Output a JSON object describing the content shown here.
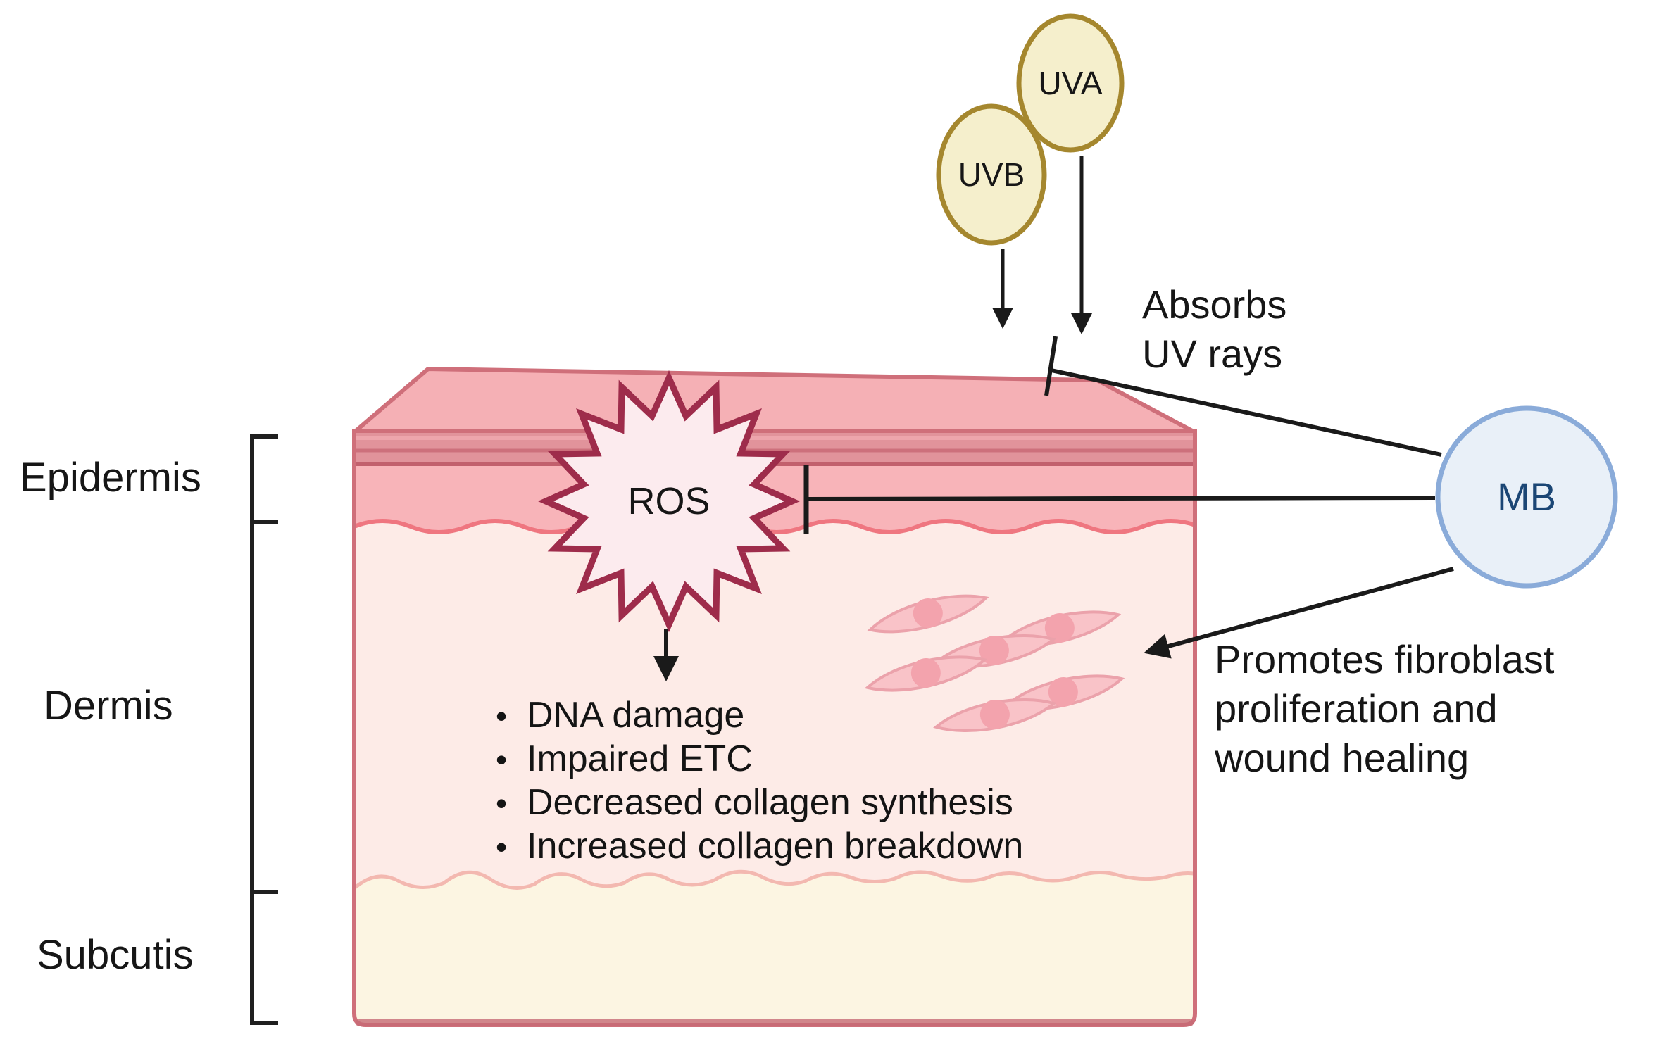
{
  "figure": {
    "title_hint": "Skin diagram: UV-induced ROS damage and methylene blue (MB) action",
    "layer_labels": {
      "epidermis": "Epidermis",
      "dermis": "Dermis",
      "subcutis": "Subcutis"
    },
    "uv_sources": {
      "uva": "UVA",
      "uvb": "UVB"
    },
    "ros": {
      "label": "ROS"
    },
    "mb": {
      "label": "MB"
    },
    "annotations": {
      "absorbs": "Absorbs\nUV rays",
      "promotes": "Promotes fibroblast\nproliferation and\nwound healing"
    },
    "effects": {
      "bullet": "•",
      "items": [
        "DNA damage",
        "Impaired ETC",
        "Decreased collagen synthesis",
        "Increased collagen breakdown"
      ]
    },
    "fibroblast_count": 6,
    "colors": {
      "uv_circle_fill": "#f5efcc",
      "uv_circle_border": "#a5872e",
      "mb_circle_fill": "#e9f0f8",
      "mb_circle_border": "#8aabd9",
      "mb_text": "#1b4675",
      "ros_star_fill": "#fcebee",
      "ros_star_border": "#9e2c4b",
      "skin_top_face": "#f5b0b5",
      "skin_border": "#cf6f7a",
      "stratum_band": "#e1939b",
      "epidermis_band": "#f8b4b9",
      "epidermis_wave_line": "#ef7680",
      "dermis_fill": "#fdebe7",
      "subcutis_fill": "#fcf5e2",
      "subcutis_wave_line": "#f3b8b0",
      "fibroblast_fill": "#f9c3c8",
      "fibroblast_border": "#eba2ab",
      "fibroblast_nucleus": "#f3a3ad",
      "line_color": "#1a1a1a"
    }
  }
}
